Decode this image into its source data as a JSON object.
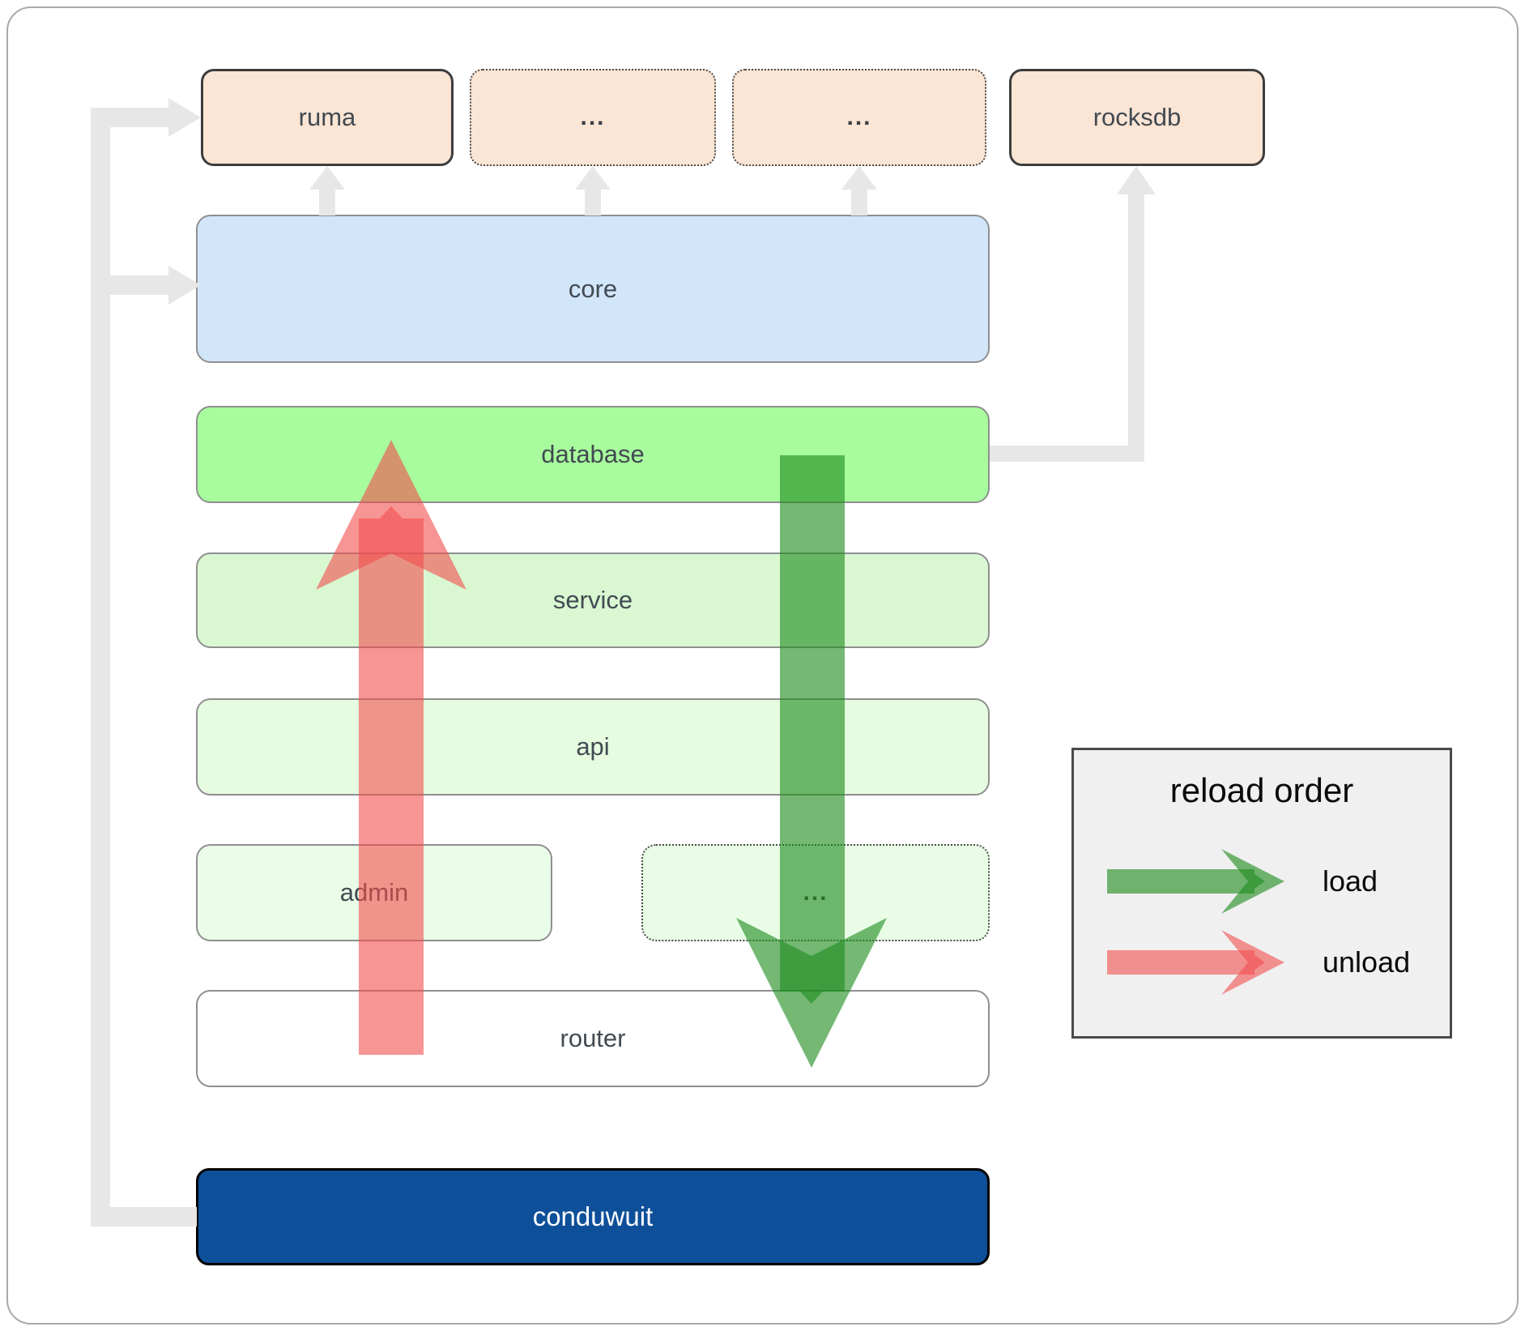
{
  "diagram": {
    "nodes": {
      "ruma": {
        "label": "ruma"
      },
      "dots_top_1": {
        "label": "..."
      },
      "dots_top_2": {
        "label": "..."
      },
      "rocksdb": {
        "label": "rocksdb"
      },
      "core": {
        "label": "core"
      },
      "database": {
        "label": "database"
      },
      "service": {
        "label": "service"
      },
      "api": {
        "label": "api"
      },
      "admin": {
        "label": "admin"
      },
      "dots_mid": {
        "label": "..."
      },
      "router": {
        "label": "router"
      },
      "conduwuit": {
        "label": "conduwuit"
      }
    },
    "colors": {
      "crate_fill": "#fbe5d4",
      "core_fill": "#d2e6fa",
      "database_fill": "#a8fc9d",
      "service_fill": "#d9f8d2",
      "api_fill": "#e5fce0",
      "admin_fill": "#eafde8",
      "conduwuit_fill": "#0e4f99",
      "load_arrow": "#1f8c1f",
      "unload_arrow": "#f24c4c",
      "connector_gray": "#e7e7e7"
    }
  },
  "legend": {
    "title": "reload order",
    "items": [
      {
        "label": "load",
        "color": "#1f8c1f"
      },
      {
        "label": "unload",
        "color": "#f24c4c"
      }
    ]
  }
}
